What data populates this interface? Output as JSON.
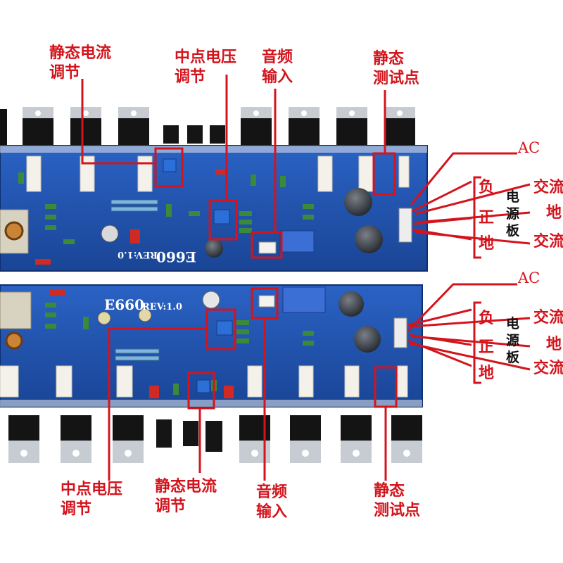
{
  "colors": {
    "annotation": "#d4141c",
    "pcb_blue": "#1b4fa8",
    "background": "#ffffff"
  },
  "callouts_top": {
    "bias_adjust": [
      "静态电流",
      "调节"
    ],
    "midpoint_adjust": [
      "中点电压",
      "调节"
    ],
    "audio_input": [
      "音频",
      "输入"
    ],
    "static_test": [
      "静态",
      "测试点"
    ]
  },
  "callouts_bottom": {
    "midpoint_adjust": [
      "中点电压",
      "调节"
    ],
    "bias_adjust": [
      "静态电流",
      "调节"
    ],
    "audio_input": [
      "音频",
      "输入"
    ],
    "static_test": [
      "静态",
      "测试点"
    ]
  },
  "power_top": {
    "ac": "AC",
    "neg": "负",
    "pos": "正",
    "gnd": "地",
    "board": [
      "电",
      "源",
      "板"
    ],
    "ac1": "交流",
    "ground": "地",
    "ac2": "交流"
  },
  "power_bottom": {
    "ac": "AC",
    "neg": "负",
    "pos": "正",
    "gnd": "地",
    "board": [
      "电",
      "源",
      "板"
    ],
    "ac1": "交流",
    "ground": "地",
    "ac2": "交流"
  },
  "board_silk": {
    "model_top": "E660",
    "rev_top": "REV:1.0",
    "model_bottom": "E660",
    "rev_bottom": "REV:1.0"
  }
}
